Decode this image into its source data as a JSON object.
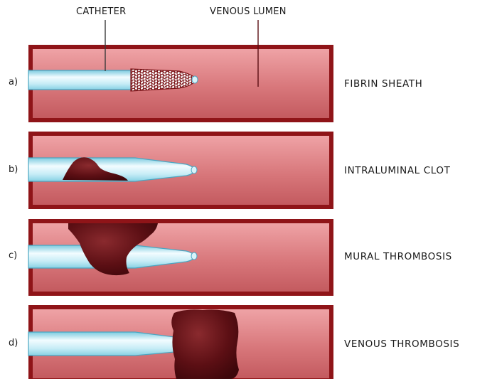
{
  "labels": {
    "catheter": "CATHETER",
    "venous_lumen": "VENOUS LUMEN"
  },
  "rows": [
    {
      "letter": "a)",
      "title": "FIBRIN SHEATH"
    },
    {
      "letter": "b)",
      "title": "INTRALUMINAL CLOT"
    },
    {
      "letter": "c)",
      "title": "MURAL THROMBOSIS"
    },
    {
      "letter": "d)",
      "title": "VENOUS THROMBOSIS"
    }
  ],
  "colors": {
    "vessel_border": "#8f1418",
    "vessel_fill_light": "#e89396",
    "vessel_fill_dark": "#c2585d",
    "catheter_light": "#eaf9fd",
    "catheter_dark": "#8fd6e8",
    "clot": "#5c0f14",
    "clot_highlight": "#8a2a2e"
  }
}
